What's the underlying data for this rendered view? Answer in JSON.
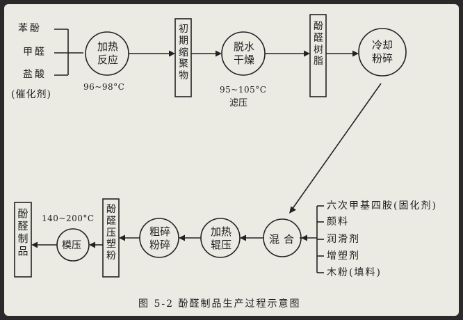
{
  "inputs": [
    "苯酚",
    "甲醛",
    "盐酸",
    "(催化剂)"
  ],
  "nodes": {
    "heat_reaction": "加热反应",
    "reaction_temp": "96~98°C",
    "initial_polycondensate": "初期缩聚物",
    "dehydrate_dry": "脱水干燥",
    "dry_temp": "95~105°C",
    "filtration": "滤压",
    "phenolic_resin": "酚醛树脂",
    "cool_crush": "冷却粉碎",
    "mix": "混合",
    "heated_roll": "加热辊压",
    "coarse_fine_crush": "粗碎粉碎",
    "molding_powder": "酚醛压塑粉",
    "mold_temp": "140~200°C",
    "molding_press": "模压",
    "phenolic_product": "酚醛制品"
  },
  "additives": [
    "六次甲基四胺(固化剂)",
    "颜料",
    "润滑剂",
    "增塑剂",
    "木粉(填料)"
  ],
  "caption": "图 5-2  酚醛制品生产过程示意图"
}
